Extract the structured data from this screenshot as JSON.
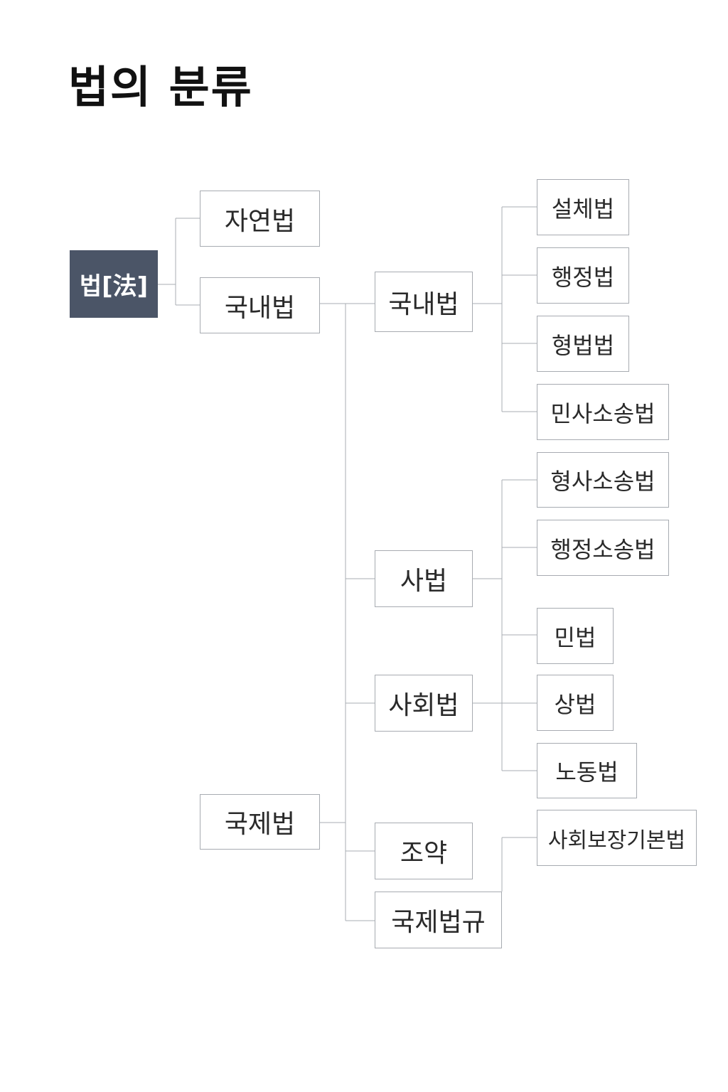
{
  "title": "법의 분류",
  "root": {
    "label": "법[法]"
  },
  "level1": {
    "natural_law": "자연법",
    "domestic_law": "국내법",
    "international_law": "국제법"
  },
  "level2": {
    "domestic_law": "국내법",
    "private_law": "사법",
    "social_law": "사회법",
    "treaty": "조약",
    "international_regulation": "국제법규"
  },
  "level3": {
    "substantive_law": "설체법",
    "administrative_law": "행정법",
    "criminal_law": "형법법",
    "civil_procedure_law": "민사소송법",
    "criminal_procedure_law": "형사소송법",
    "administrative_litigation_law": "행정소송법",
    "civil_law": "민법",
    "commercial_law": "상법",
    "labor_law": "노동법",
    "social_security_basic_law": "사회보장기본법"
  },
  "colors": {
    "root_fill": "#4b5567",
    "node_border": "#a7abb1",
    "connector": "#a9adb3",
    "text": "#2a2a2a"
  }
}
